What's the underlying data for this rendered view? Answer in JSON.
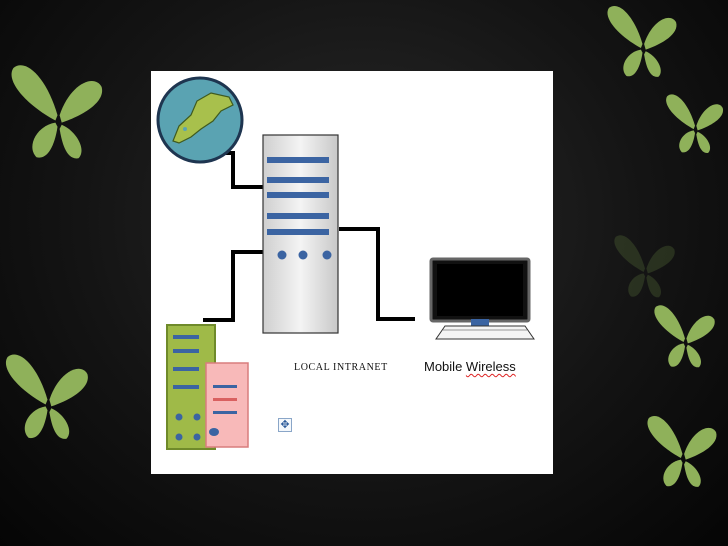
{
  "labels": {
    "local_intranet": "LOCAL INTRANET",
    "mobile_word": "Mobile",
    "wireless_word": "Wireless"
  },
  "icons": {
    "move_handle": "move-arrows-icon",
    "move_glyph": "✥"
  },
  "colors": {
    "butterfly": "#8fb15a",
    "server_bar": "#3b64a2",
    "globe": "#5aa3b2",
    "land": "#a8c04c",
    "small_server": "#9fba48",
    "pink_server": "#f8b9b9"
  }
}
